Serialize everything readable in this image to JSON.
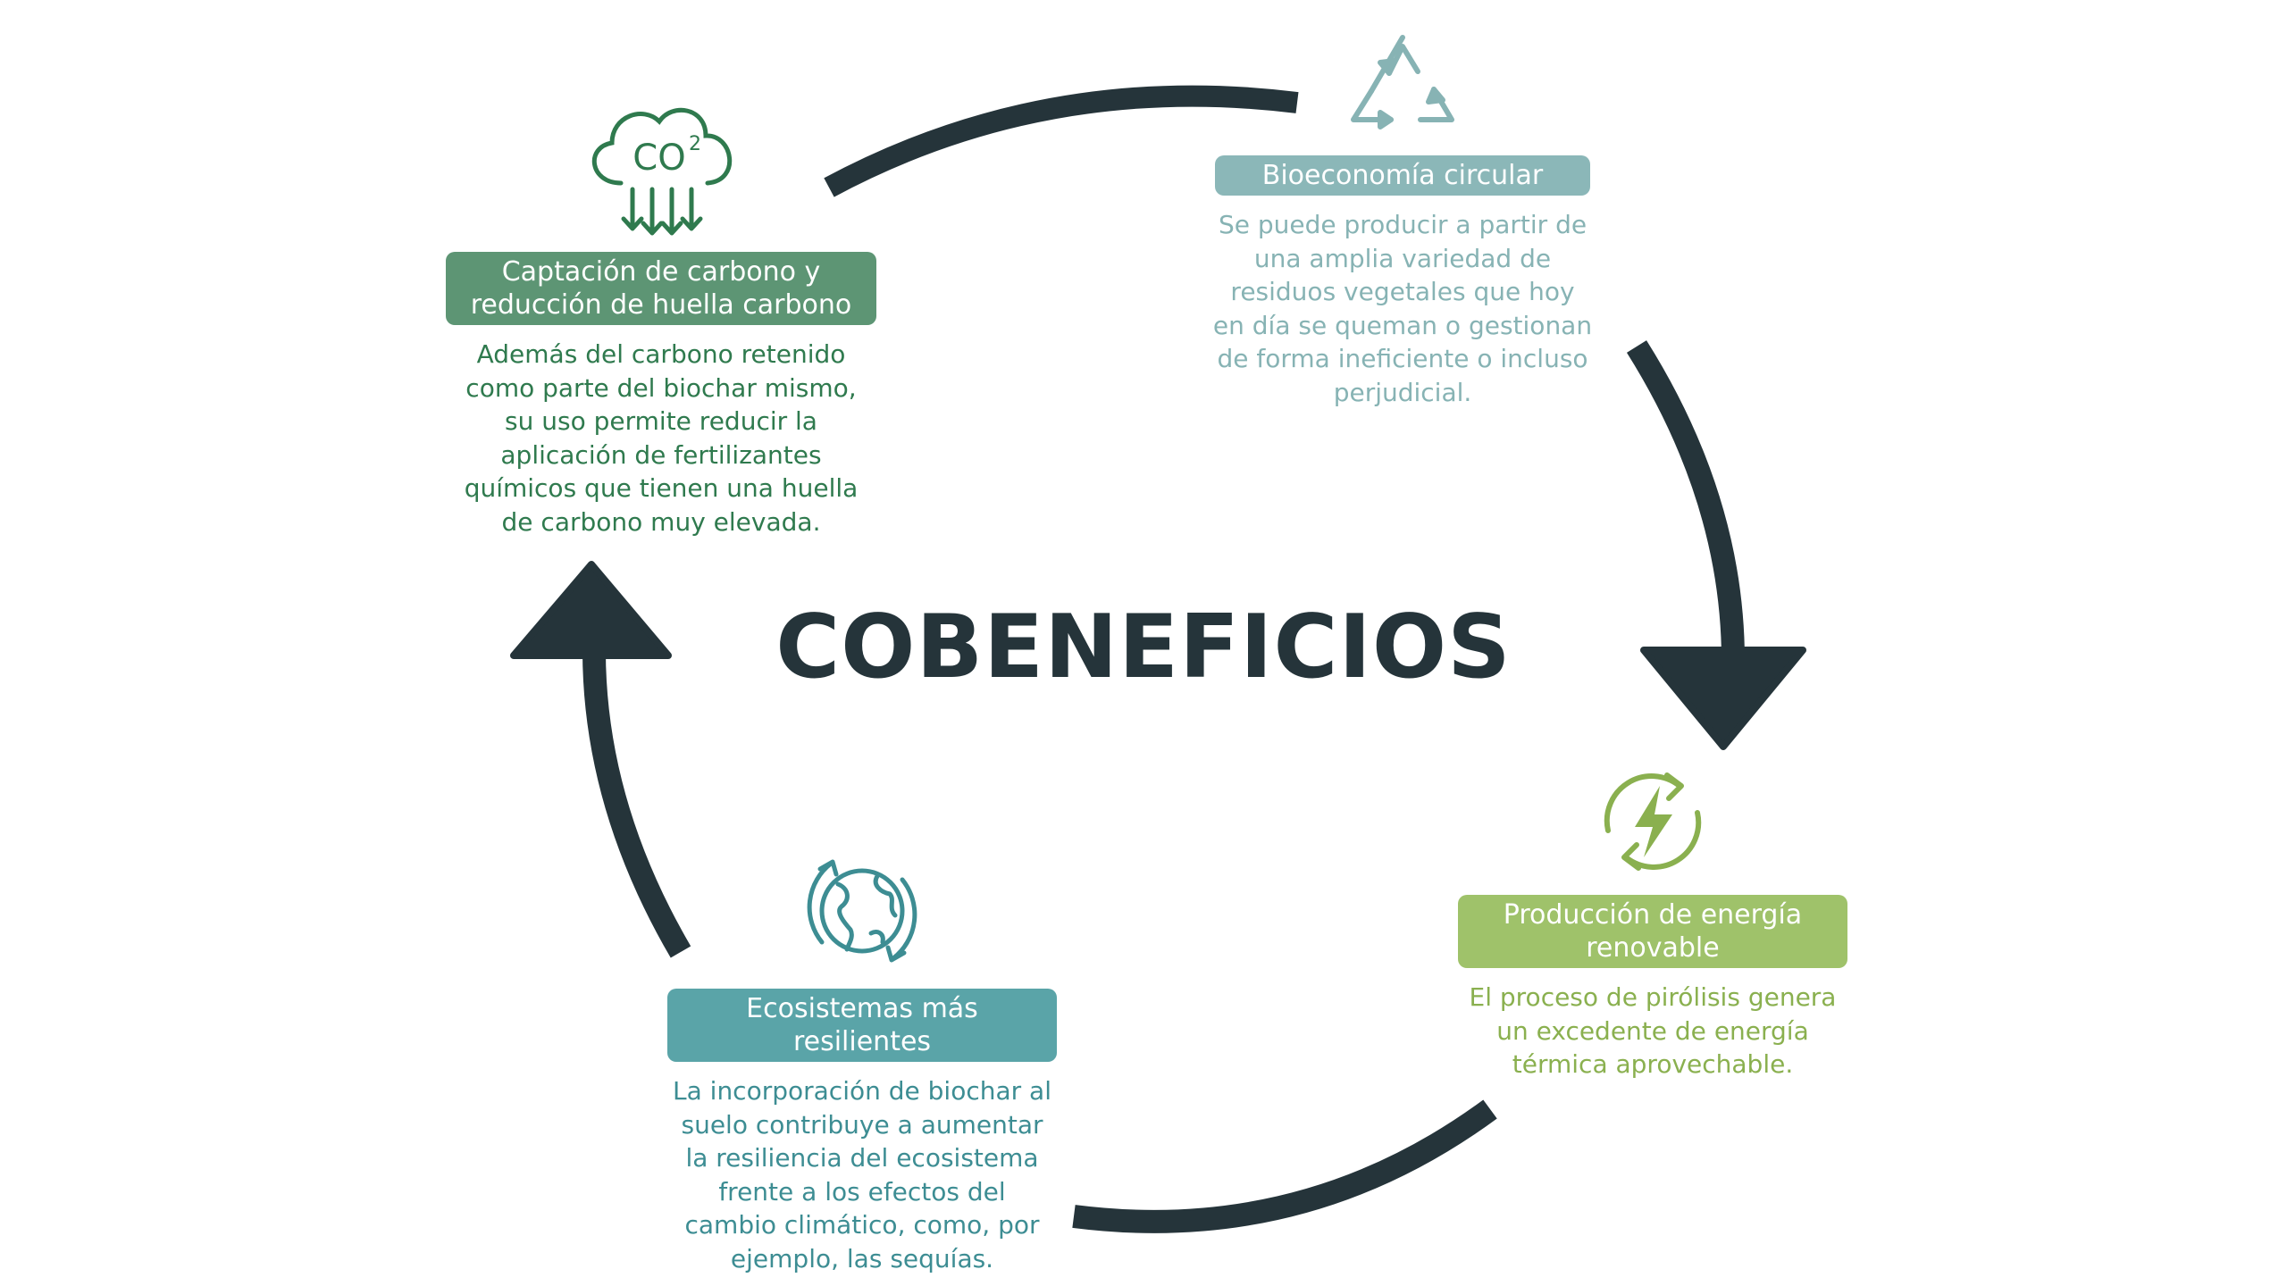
{
  "title": "COBENEFICIOS",
  "colors": {
    "arrow": "#25343a",
    "carbon": "#5d9574",
    "bioeconomy": "#8bb7b8",
    "energy": "#9fc26a",
    "ecosystem": "#5aa4a8"
  },
  "nodes": {
    "carbon": {
      "icon": "co2-cloud-icon",
      "icon_text": "CO",
      "icon_sup": "2",
      "label": "Captación de carbono y reducción de huella carbono",
      "description": "Además del carbono retenido\ncomo parte del biochar mismo,\nsu uso permite reducir la\naplicación de fertilizantes\nquímicos que tienen una huella\nde carbono muy elevada."
    },
    "bioeconomy": {
      "icon": "recycle-icon",
      "label": "Bioeconomía circular",
      "description": "Se puede producir a partir de\nuna amplia variedad de\nresiduos vegetales que hoy\nen día se queman o gestionan\nde forma ineficiente o incluso\nperjudicial."
    },
    "energy": {
      "icon": "renewable-energy-icon",
      "label": "Producción de energía renovable",
      "description": "El proceso de pirólisis genera\nun excedente de energía\ntérmica aprovechable."
    },
    "ecosystem": {
      "icon": "globe-cycle-icon",
      "label": "Ecosistemas más resilientes",
      "description": "La incorporación de biochar al\nsuelo contribuye a aumentar\nla resiliencia del ecosistema\nfrente a los efectos del\ncambio climático, como, por\nejemplo, las sequías."
    }
  }
}
